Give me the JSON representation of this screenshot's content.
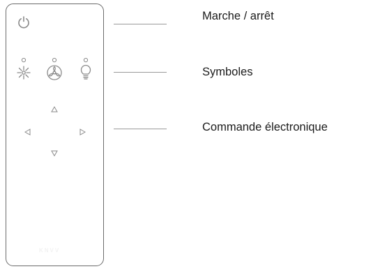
{
  "labels": {
    "power": "Marche / arrêt",
    "symbols": "Symboles",
    "control": "Commande électronique"
  },
  "remote": {
    "brand": "KNVV"
  },
  "icons": {
    "power": "power-icon",
    "light": "light-rays-icon",
    "fan": "fan-icon",
    "bulb": "bulb-icon",
    "up": "arrow-up-icon",
    "left": "arrow-left-icon",
    "right": "arrow-right-icon",
    "down": "arrow-down-icon"
  },
  "colors": {
    "outline": "#6b6b6b",
    "icon": "#8a8a8a",
    "leader": "#9a9a9a",
    "text": "#1a1a1a"
  }
}
